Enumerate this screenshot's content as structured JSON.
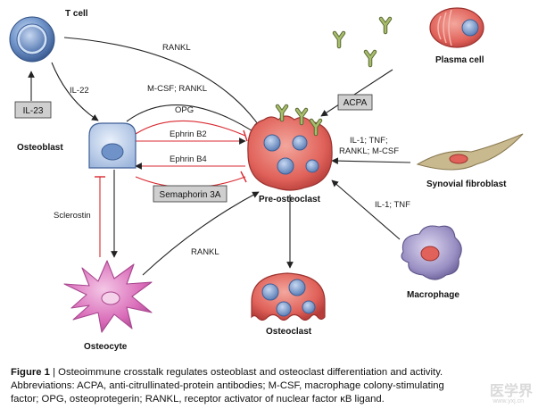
{
  "cells": {
    "t_cell": "T cell",
    "osteoblast": "Osteoblast",
    "osteocyte": "Osteocyte",
    "pre_osteoclast": "Pre-osteoclast",
    "osteoclast": "Osteoclast",
    "plasma_cell": "Plasma cell",
    "synovial_fibroblast": "Synovial fibroblast",
    "macrophage": "Macrophage"
  },
  "boxes": {
    "il23": "IL-23",
    "acpa": "ACPA",
    "semaphorin": "Semaphorin 3A"
  },
  "labels": {
    "il22": "IL-22",
    "rankl_tcell": "RANKL",
    "mcsf_rankl": "M-CSF; RANKL",
    "opg": "OPG",
    "ephrin_b2": "Ephrin B2",
    "ephrin_b4": "Ephrin B4",
    "sclerostin": "Sclerostin",
    "rankl_osteocyte": "RANKL",
    "synovial_line1": "IL-1; TNF;",
    "synovial_line2": "RANKL; M-CSF",
    "macrophage_signal": "IL-1; TNF"
  },
  "caption": {
    "figure_label": "Figure 1",
    "separator": " | ",
    "title": "Osteoimmune crosstalk regulates osteoblast and osteoclast differentiation and activity.",
    "abbrev_line1": "Abbreviations: ACPA, anti-citrullinated-protein antibodies; M-CSF, macrophage colony-stimulating",
    "abbrev_line2": "factor; OPG, osteoprotegerin; RANKL, receptor activator of nuclear factor κB ligand."
  },
  "watermark": {
    "text": "医学界",
    "url": "www.yxj.cn"
  },
  "colors": {
    "cell_blue": "#5b7fb8",
    "pre_osteoclast": "#e0625a",
    "plasma": "#e0625a",
    "osteocyte": "#d96ab8",
    "macrophage": "#8f84b8",
    "fibroblast": "#c4b48a",
    "inhibit_line": "#d9282f",
    "antibody": "#8aa05a",
    "box_fill": "#cfcfcf"
  },
  "icons": [
    "antibody-icon"
  ]
}
